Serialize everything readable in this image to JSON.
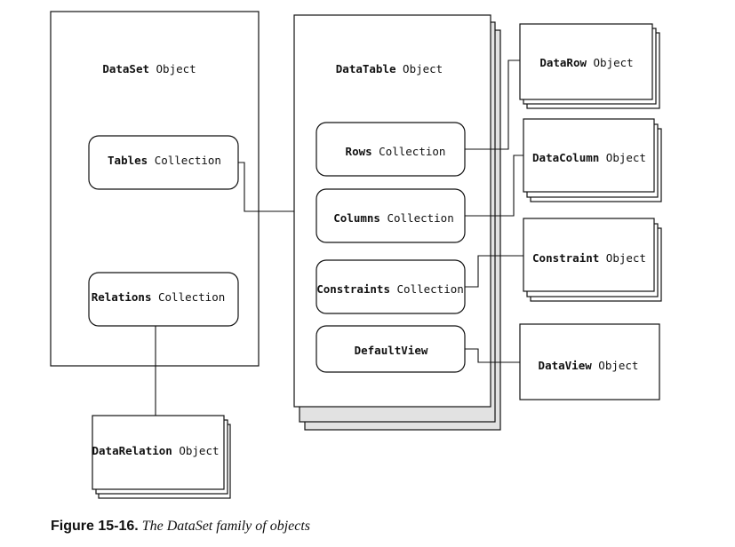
{
  "nodes": {
    "dataset": {
      "bold": "DataSet",
      "rest": " Object"
    },
    "tables": {
      "bold": "Tables",
      "rest": " Collection"
    },
    "relations": {
      "bold": "Relations",
      "rest": " Collection"
    },
    "datarelation": {
      "bold": "DataRelation",
      "rest": " Object"
    },
    "datatable": {
      "bold": "DataTable",
      "rest": " Object"
    },
    "rows": {
      "bold": "Rows",
      "rest": " Collection"
    },
    "columns": {
      "bold": "Columns",
      "rest": " Collection"
    },
    "constraints": {
      "bold": "Constraints",
      "rest": " Collection"
    },
    "defaultview": {
      "bold": "DefaultView",
      "rest": ""
    },
    "datarow": {
      "bold": "DataRow",
      "rest": " Object"
    },
    "datacolumn": {
      "bold": "DataColumn",
      "rest": " Object"
    },
    "constraint": {
      "bold": "Constraint",
      "rest": " Object"
    },
    "dataview": {
      "bold": "DataView",
      "rest": " Object"
    }
  },
  "caption": {
    "figure": "Figure 15-16.",
    "text": "The DataSet family of objects"
  }
}
